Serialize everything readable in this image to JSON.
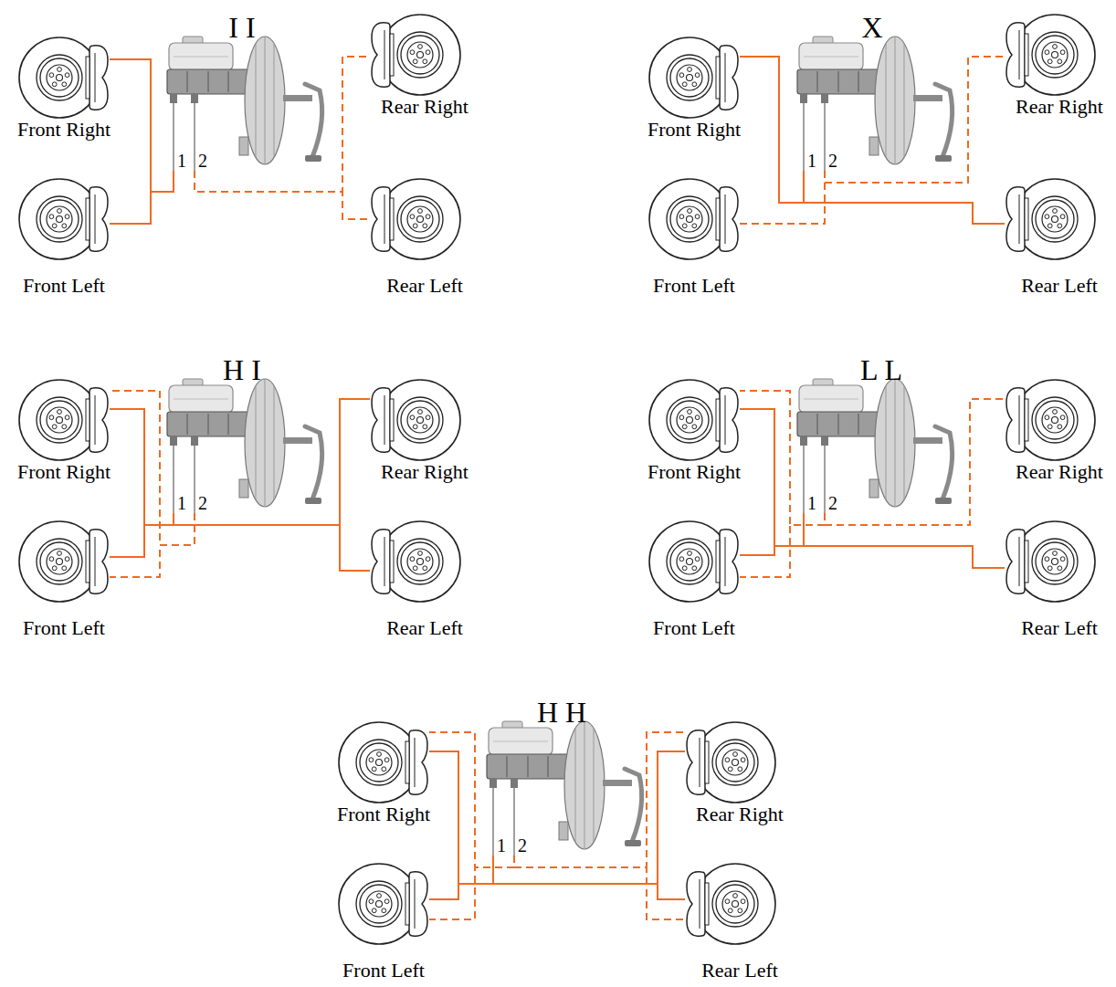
{
  "diagram": {
    "nodes": [
      {
        "text": [
          "Front Right"
        ]
      },
      {
        "text": [
          "Front Left"
        ]
      },
      {
        "text": [
          "1"
        ]
      },
      {
        "text": [
          "2"
        ]
      },
      {
        "text": [
          "Rear Right"
        ]
      },
      {
        "text": [
          "Rear Left"
        ]
      },
      {
        "text": [
          "Front Right"
        ]
      },
      {
        "text": [
          "Front Left"
        ]
      },
      {
        "text": [
          "1"
        ]
      },
      {
        "text": [
          "2"
        ]
      },
      {
        "text": [
          "Rear Right"
        ]
      },
      {
        "text": [
          "Rear Left"
        ]
      },
      {
        "text": [
          "Front Right"
        ]
      },
      {
        "text": [
          "Front Left"
        ]
      },
      {
        "text": [
          "1"
        ]
      },
      {
        "text": [
          "2"
        ]
      },
      {
        "text": [
          "Rear Right"
        ]
      },
      {
        "text": [
          "Rear Left"
        ]
      },
      {
        "text": [
          "Front Right"
        ]
      },
      {
        "text": [
          "Front Left"
        ]
      },
      {
        "text": [
          "1"
        ]
      },
      {
        "text": [
          "2"
        ]
      },
      {
        "text": [
          "Rear Right"
        ]
      },
      {
        "text": [
          "Rear Left"
        ]
      },
      {
        "text": [
          "Front Right"
        ]
      },
      {
        "text": [
          "Front Left"
        ]
      },
      {
        "text": [
          "1"
        ]
      },
      {
        "text": [
          "2"
        ]
      },
      {
        "text": [
          "Rear Right"
        ]
      },
      {
        "text": [
          "Rear Left"
        ]
      }
    ],
    "edges": [
      {
        "from": 2,
        "to": 0,
        "arrow": "none"
      },
      {
        "from": 2,
        "to": 1,
        "arrow": "none"
      },
      {
        "from": 3,
        "to": 4,
        "arrow": "none"
      },
      {
        "from": 3,
        "to": 5,
        "arrow": "none"
      },
      {
        "from": 8,
        "to": 6,
        "arrow": "none"
      },
      {
        "from": 8,
        "to": 11,
        "arrow": "none"
      },
      {
        "from": 9,
        "to": 10,
        "arrow": "none"
      },
      {
        "from": 9,
        "to": 7,
        "arrow": "none"
      },
      {
        "from": 14,
        "to": 12,
        "arrow": "none"
      },
      {
        "from": 14,
        "to": 13,
        "arrow": "none"
      },
      {
        "from": 14,
        "to": 16,
        "arrow": "none"
      },
      {
        "from": 14,
        "to": 17,
        "arrow": "none"
      },
      {
        "from": 15,
        "to": 12,
        "arrow": "none"
      },
      {
        "from": 15,
        "to": 13,
        "arrow": "none"
      },
      {
        "from": 20,
        "to": 18,
        "arrow": "none"
      },
      {
        "from": 20,
        "to": 19,
        "arrow": "none"
      },
      {
        "from": 20,
        "to": 23,
        "arrow": "none"
      },
      {
        "from": 21,
        "to": 18,
        "arrow": "none"
      },
      {
        "from": 21,
        "to": 19,
        "arrow": "none"
      },
      {
        "from": 21,
        "to": 22,
        "arrow": "none"
      },
      {
        "from": 26,
        "to": 24,
        "arrow": "none"
      },
      {
        "from": 26,
        "to": 25,
        "arrow": "none"
      },
      {
        "from": 26,
        "to": 28,
        "arrow": "none"
      },
      {
        "from": 26,
        "to": 29,
        "arrow": "none"
      },
      {
        "from": 27,
        "to": 24,
        "arrow": "none"
      },
      {
        "from": 27,
        "to": 25,
        "arrow": "none"
      },
      {
        "from": 27,
        "to": 28,
        "arrow": "none"
      },
      {
        "from": 27,
        "to": 29,
        "arrow": "none"
      }
    ],
    "labels": [
      "I I",
      "X",
      "H I",
      "L L",
      "H H"
    ]
  }
}
